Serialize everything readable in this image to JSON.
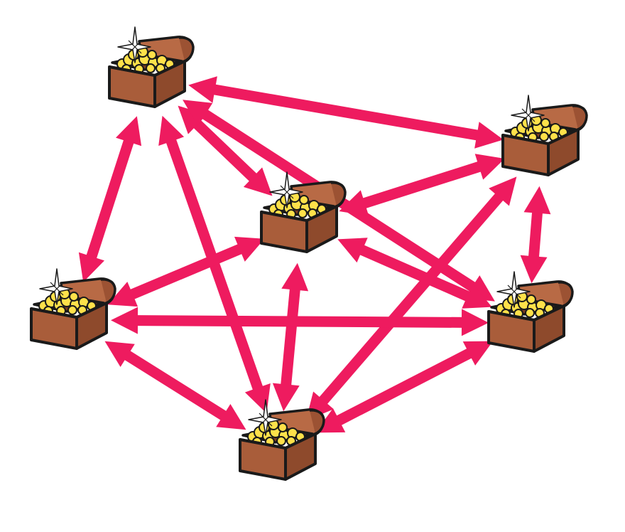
{
  "diagram": {
    "type": "network",
    "node_icon": "treasure-chest-icon",
    "edge_style": "double-headed-arrow",
    "colors": {
      "edge": "#ee1b5f",
      "chest_wood": "#a95d3a",
      "chest_wood_dark": "#8e4a2c",
      "chest_lid": "#b86a45",
      "gold": "#ffe14a",
      "gold_dark": "#e6b800",
      "outline": "#1a1a1a",
      "sparkle": "#ffffff",
      "background": "#ffffff"
    },
    "nodes": [
      {
        "id": "top-left",
        "icon": "treasure-chest-icon"
      },
      {
        "id": "top-right",
        "icon": "treasure-chest-icon"
      },
      {
        "id": "center",
        "icon": "treasure-chest-icon"
      },
      {
        "id": "mid-left",
        "icon": "treasure-chest-icon"
      },
      {
        "id": "mid-right",
        "icon": "treasure-chest-icon"
      },
      {
        "id": "bottom",
        "icon": "treasure-chest-icon"
      }
    ],
    "edges": [
      {
        "from": "top-left",
        "to": "top-right"
      },
      {
        "from": "top-left",
        "to": "center"
      },
      {
        "from": "top-left",
        "to": "mid-left"
      },
      {
        "from": "top-left",
        "to": "mid-right"
      },
      {
        "from": "top-left",
        "to": "bottom"
      },
      {
        "from": "top-right",
        "to": "center"
      },
      {
        "from": "top-right",
        "to": "mid-right"
      },
      {
        "from": "top-right",
        "to": "bottom"
      },
      {
        "from": "center",
        "to": "mid-left"
      },
      {
        "from": "center",
        "to": "mid-right"
      },
      {
        "from": "center",
        "to": "bottom"
      },
      {
        "from": "mid-left",
        "to": "mid-right"
      },
      {
        "from": "mid-left",
        "to": "bottom"
      },
      {
        "from": "mid-right",
        "to": "bottom"
      }
    ]
  }
}
